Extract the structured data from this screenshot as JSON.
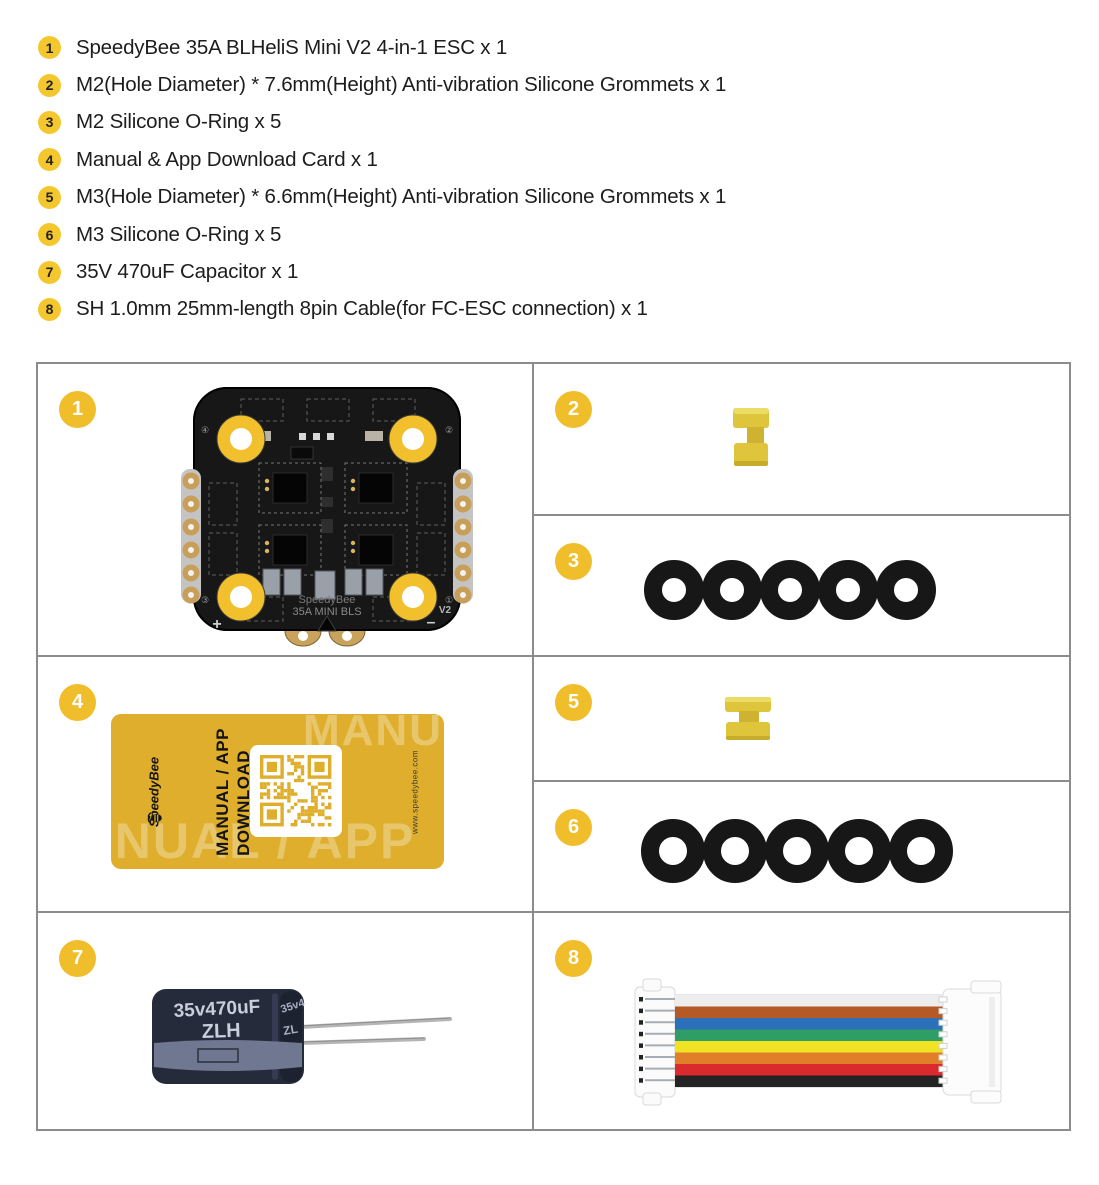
{
  "list": {
    "items": [
      {
        "badge": "1",
        "text": "SpeedyBee 35A BLHeliS Mini V2 4-in-1 ESC x 1"
      },
      {
        "badge": "2",
        "text": "M2(Hole Diameter) * 7.6mm(Height) Anti-vibration Silicone Grommets x 1"
      },
      {
        "badge": "3",
        "text": "M2 Silicone O-Ring x 5"
      },
      {
        "badge": "4",
        "text": "Manual & App Download Card x 1"
      },
      {
        "badge": "5",
        "text": "M3(Hole Diameter) * 6.6mm(Height) Anti-vibration Silicone Grommets x 1"
      },
      {
        "badge": "6",
        "text": "M3 Silicone O-Ring x 5"
      },
      {
        "badge": "7",
        "text": "35V 470uF Capacitor x 1"
      },
      {
        "badge": "8",
        "text": "SH 1.0mm 25mm-length 8pin Cable(for FC-ESC connection) x 1"
      }
    ]
  },
  "grid": {
    "badges": [
      "1",
      "2",
      "3",
      "4",
      "5",
      "6",
      "7",
      "8"
    ]
  },
  "esc": {
    "brand": "SpeedyBee",
    "model": "35A MINI BLS",
    "version": "V2",
    "polarity_plus": "+",
    "polarity_minus": "–",
    "pad1": "①",
    "pad2": "②",
    "pad3": "③",
    "pad4": "④"
  },
  "card": {
    "logo": "SpeedyBee",
    "title1": "MANUAL / APP",
    "title2": "DOWNLOAD",
    "url": "www.speedybee.com",
    "watermark": "MANUAL / APP"
  },
  "capacitor": {
    "rating": "35v470uF",
    "series": "ZLH",
    "wrap_rating": "35v4",
    "wrap_series": "ZL"
  },
  "cable": {
    "wires": [
      "#EDEDED",
      "#B55A27",
      "#2B70B8",
      "#2E9E66",
      "#F0E324",
      "#E07E29",
      "#DA2A2D",
      "#242424"
    ]
  },
  "colors": {
    "list_badge_yellow": "#F5C72E",
    "grid_badge_yellow": "#F0BD2B",
    "card_yellow": "#DFAE2C",
    "grommet_yellow": "#DFC53C",
    "oring_black": "#171717",
    "capacitor_navy": "#262B3B",
    "grid_border": "#8C8C8C",
    "pcb_black": "#171717",
    "mount_hole_yellow": "#F2C02C"
  }
}
